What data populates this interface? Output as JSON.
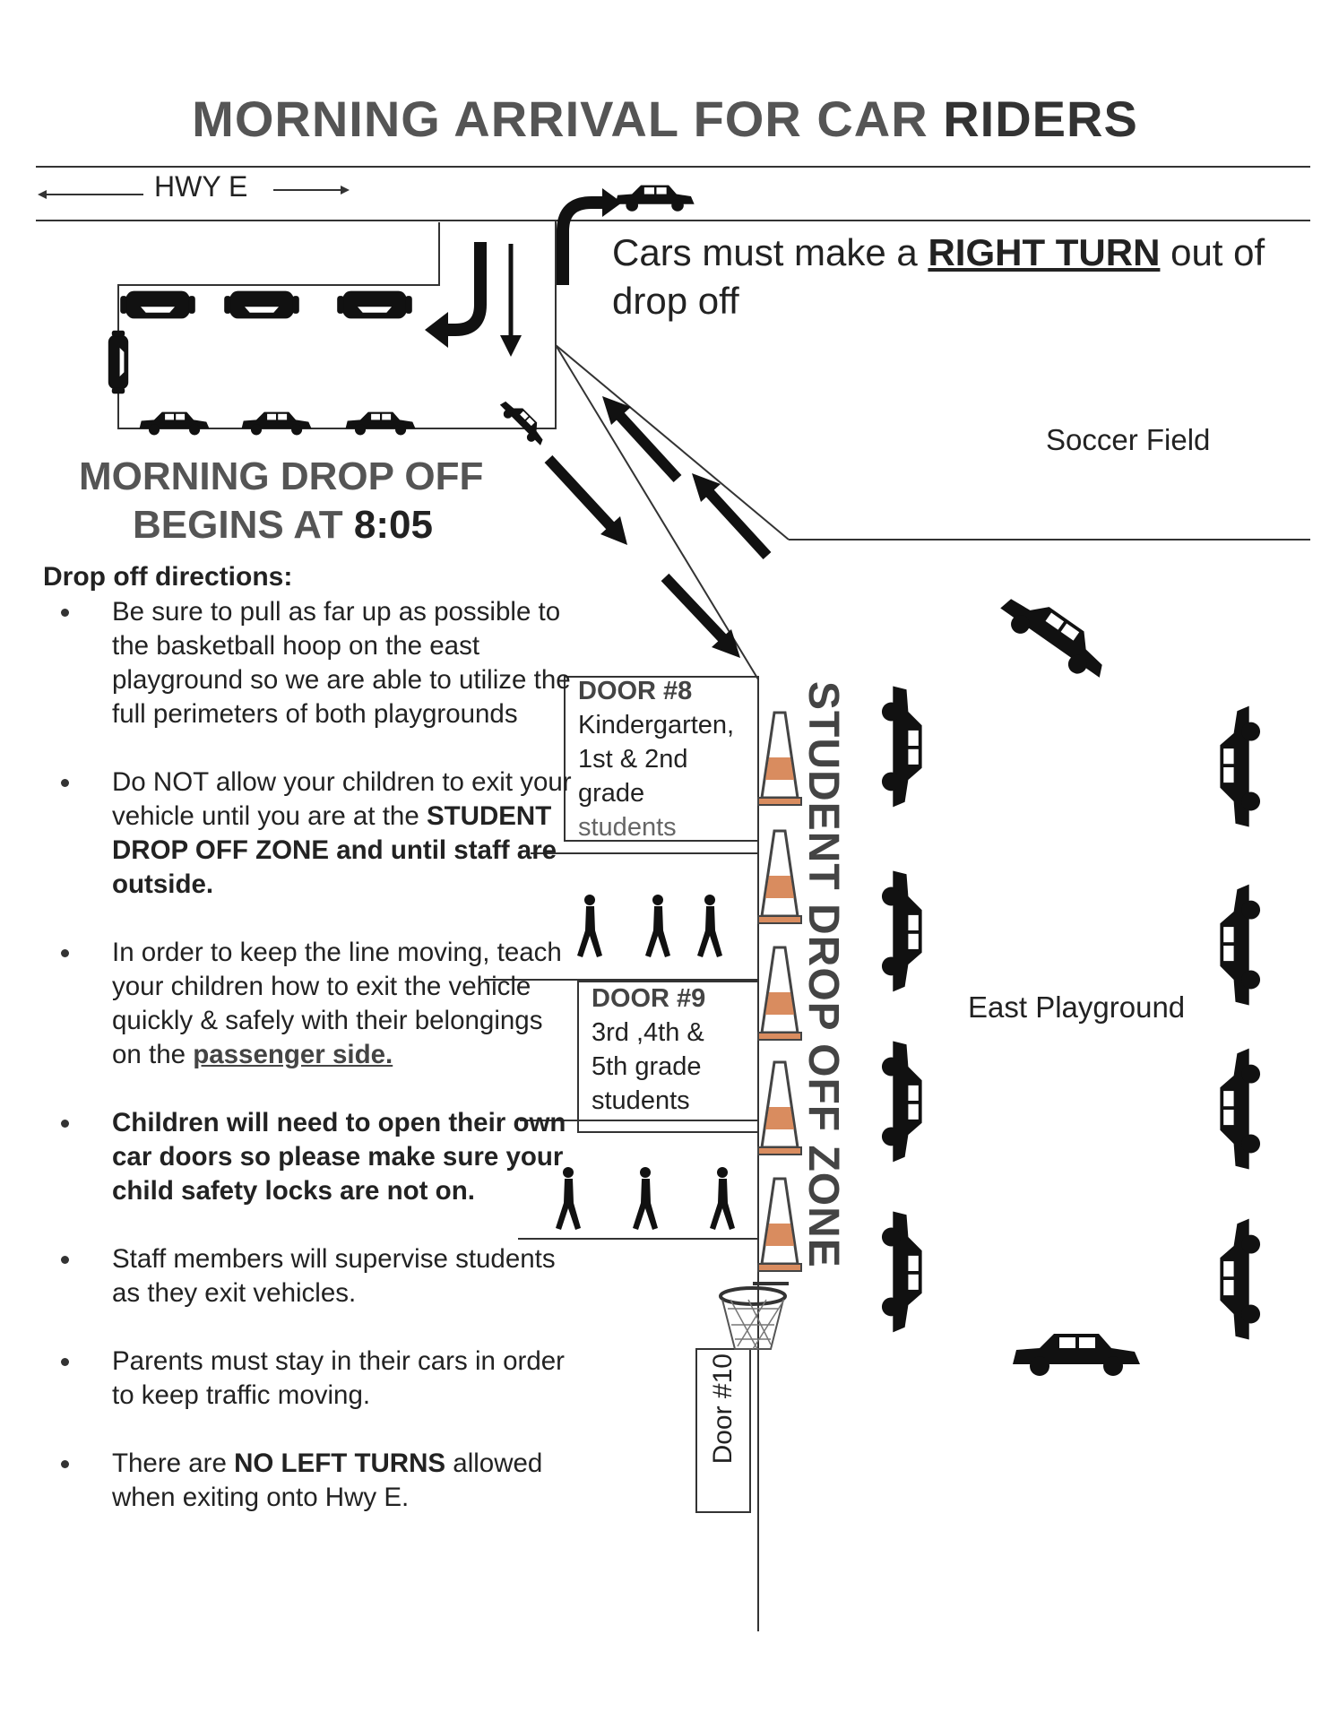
{
  "title": {
    "part1": "MORNING ARRIVAL FOR CAR ",
    "part2": "RIDERS"
  },
  "highway": {
    "label": "HWY E"
  },
  "exit_note": {
    "prefix": "Cars must make a ",
    "emphasis": "RIGHT TURN",
    "suffix": " out of drop off"
  },
  "areas": {
    "soccer": "Soccer Field",
    "east_playground": "East Playground"
  },
  "dropoff_heading": {
    "line1": "MORNING DROP OFF",
    "line2_prefix": "BEGINS AT ",
    "line2_time": "8:05"
  },
  "directions": {
    "heading": "Drop off directions:",
    "items": [
      {
        "text": "Be sure to pull as far up as possible to the basketball hoop on the east playground  so we are able to utilize the full perimeters of both playgrounds"
      },
      {
        "pre": "Do NOT allow your children to exit your vehicle until you are at the ",
        "bold": "STUDENT DROP OFF ZONE and until staff are outside."
      },
      {
        "pre": "In order to keep the line moving, teach your children how to exit the vehicle quickly & safely with their belongings on the ",
        "underline": "passenger side."
      },
      {
        "bold": "Children will need to open their own car doors so please make sure your child safety locks are not on."
      },
      {
        "text": "Staff members will supervise students as they exit vehicles."
      },
      {
        "text": "Parents must stay in their cars in order to keep traffic moving."
      },
      {
        "pre": "There are ",
        "bold": "NO LEFT TURNS",
        "post": " allowed when exiting onto Hwy E."
      }
    ]
  },
  "doors": {
    "door8": {
      "heading": "DOOR  #8",
      "line1": "Kindergarten,",
      "line2": "1st & 2nd",
      "line3": "grade",
      "line4": "students"
    },
    "door9": {
      "heading": "DOOR  #9",
      "line1": "3rd ,4th &",
      "line2": "5th grade",
      "line3": "students"
    },
    "door10": "Door #10"
  },
  "zone_label": "STUDENT DROP OFF ZONE",
  "colors": {
    "ink": "#222222",
    "heading_gray": "#555555",
    "cone_orange": "#d98c5f"
  }
}
